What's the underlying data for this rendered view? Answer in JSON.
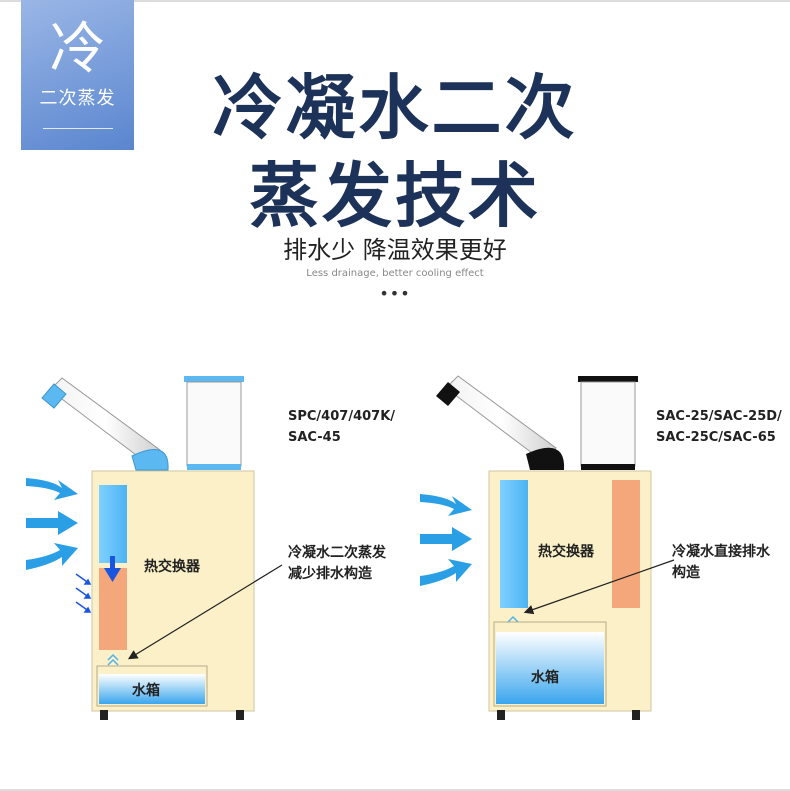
{
  "badge": {
    "char": "冷",
    "subtitle": "二次蒸发"
  },
  "title": {
    "line1": "冷凝水二次",
    "line2": "蒸发技术"
  },
  "subtitle": "排水少  降温效果更好",
  "subtitle_en": "Less drainage, better cooling effect",
  "dots": "•••",
  "left_unit": {
    "model_line1": "SPC/407/407K/",
    "model_line2": "SAC-45",
    "heat_exchanger": "热交换器",
    "callout_line1": "冷凝水二次蒸发",
    "callout_line2": "减少排水构造",
    "water_tank": "水箱",
    "accent_color": "#5bb8f0"
  },
  "right_unit": {
    "model_line1": "SAC-25/SAC-25D/",
    "model_line2": "SAC-25C/SAC-65",
    "heat_exchanger": "热交换器",
    "callout_line1": "冷凝水直接排水",
    "callout_line2": "构造",
    "water_tank": "水箱",
    "accent_color": "#111111"
  },
  "colors": {
    "cabinet": "#fbf0c8",
    "title": "#1c3259",
    "heat_exchanger_blue": "#5bbdf5",
    "evaporator_orange": "#f4a77a",
    "airflow_arrow": "#2b9fe6",
    "drop_arrow": "#1a55e0"
  }
}
